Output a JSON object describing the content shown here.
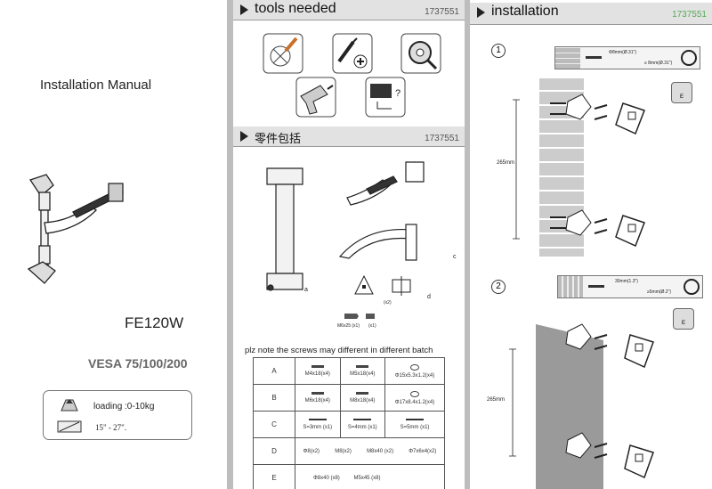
{
  "cover": {
    "heading": "Installation Manual",
    "model": "FE120W",
    "vesa": "VESA 75/100/200",
    "loading": "loading :0-10kg",
    "screen_size": "15\" - 27\"."
  },
  "tools": {
    "title": "tools needed",
    "code": "1737551",
    "icons": [
      "drill-bit-icon",
      "screwdriver-icon",
      "tape-measure-icon",
      "power-drill-icon",
      "monitor-question-icon"
    ]
  },
  "parts": {
    "title": "零件包括",
    "code": "1737551",
    "labels": {
      "a": "a",
      "c": "c",
      "d": "d",
      "x2": "(x2)",
      "m6x25": "M6x25 (x1)",
      "x1": "(x1)"
    },
    "note": "plz note the screws may different in different batch",
    "rows": [
      {
        "key": "A",
        "items": [
          "M4x18(x4)",
          "M5x18(x4)",
          "Φ15x5.3x1.2(x4)"
        ]
      },
      {
        "key": "B",
        "items": [
          "M6x18(x4)",
          "M8x18(x4)",
          "Φ17x8.4x1.2(x4)"
        ]
      },
      {
        "key": "C",
        "items": [
          "S=3mm (x1)",
          "S=4mm (x1)",
          "S=5mm (x1)"
        ]
      },
      {
        "key": "D",
        "items": [
          "Φ8(x2)",
          "M8(x2)",
          "M8x40 (x2)",
          "Φ7x6x4(x2)"
        ]
      },
      {
        "key": "E",
        "items": [
          "Φ8x40 (x8)",
          "M5x45 (x8)"
        ]
      }
    ]
  },
  "install": {
    "title": "installation",
    "code": "1737551",
    "step1": "1",
    "step2": "2",
    "dim1": "265mm",
    "dim2": "265mm",
    "badge": "E",
    "drill1": "Φ8mm(Ø.31\")",
    "depth1": "≥ 8mm(Ø.31\")",
    "drill2": "30mm(1.3\")",
    "depth2": "≥5mm(Ø.2\")"
  }
}
